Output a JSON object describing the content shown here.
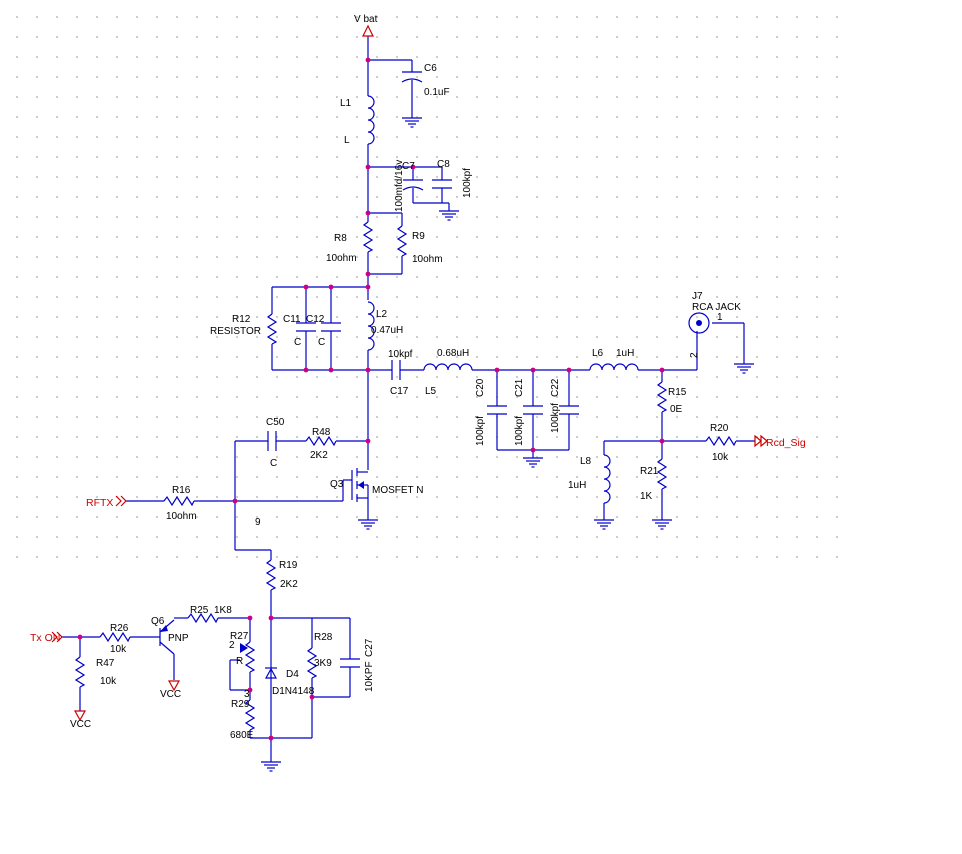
{
  "labels": {
    "vbat": "V bat",
    "c6_ref": "C6",
    "c6_val": "0.1uF",
    "l1_ref": "L1",
    "l1_val": "L",
    "c7_ref": "C7",
    "c7_val": "100mfd/16v",
    "c8_ref": "C8",
    "c8_val": "100kpf",
    "r8_ref": "R8",
    "r8_val": "10ohm",
    "r9_ref": "R9",
    "r9_val": "10ohm",
    "r12_ref": "R12",
    "r12_val": "RESISTOR",
    "c11_ref": "C11",
    "c11_val": "C",
    "c12_ref": "C12",
    "c12_val": "C",
    "l2_ref": "L2",
    "l2_val": "0.47uH",
    "c17_val": "10kpf",
    "c17_ref": "C17",
    "l5_val": "0.68uH",
    "l5_ref": "L5",
    "c20_ref": "C20",
    "c20_val": "100kpf",
    "c21_ref": "C21",
    "c21_val": "100kpf",
    "c22_ref": "C22",
    "c22_val": "100kpf",
    "l6_ref": "L6",
    "l6_val": "1uH",
    "j7_ref": "J7",
    "j7_val": "RCA JACK",
    "j7_pin1": "1",
    "j7_pin2": "2",
    "r15_ref": "R15",
    "r15_val": "0E",
    "r20_ref": "R20",
    "r20_val": "10k",
    "rcd_sig": "Rcd_Sig",
    "l8_ref": "L8",
    "l8_val": "1uH",
    "r21_ref": "R21",
    "r21_val": "1K",
    "c50_ref": "C50",
    "c50_val": "C",
    "r48_ref": "R48",
    "r48_val": "2K2",
    "q3_ref": "Q3",
    "q3_val": "MOSFET N",
    "rftx": "RFTX",
    "r16_ref": "R16",
    "r16_val": "10ohm",
    "node9": "9",
    "r19_ref": "R19",
    "r19_val": "2K2",
    "tx_on": "Tx ON",
    "r26_ref": "R26",
    "r26_val": "10k",
    "q6_ref": "Q6",
    "q6_val": "PNP",
    "r25_ref": "R25",
    "r25_val": "1K8",
    "r47_ref": "R47",
    "r47_val": "10k",
    "vcc1": "VCC",
    "vcc2": "VCC",
    "r27_ref": "R27",
    "r27_pin2": "2",
    "r27_val": "R",
    "r27_pin3": "3",
    "r29_ref": "R29",
    "r29_val": "680E",
    "d4_ref": "D4",
    "d4_val": "D1N4148",
    "r28_ref": "R28",
    "r28_val": "3K9",
    "c27_ref": "C27",
    "c27_val": "10KPF"
  },
  "colors": {
    "wire": "#0000cc",
    "signal": "#cc0000",
    "junction": "#cc0088",
    "grid": "#bfbfbf"
  }
}
